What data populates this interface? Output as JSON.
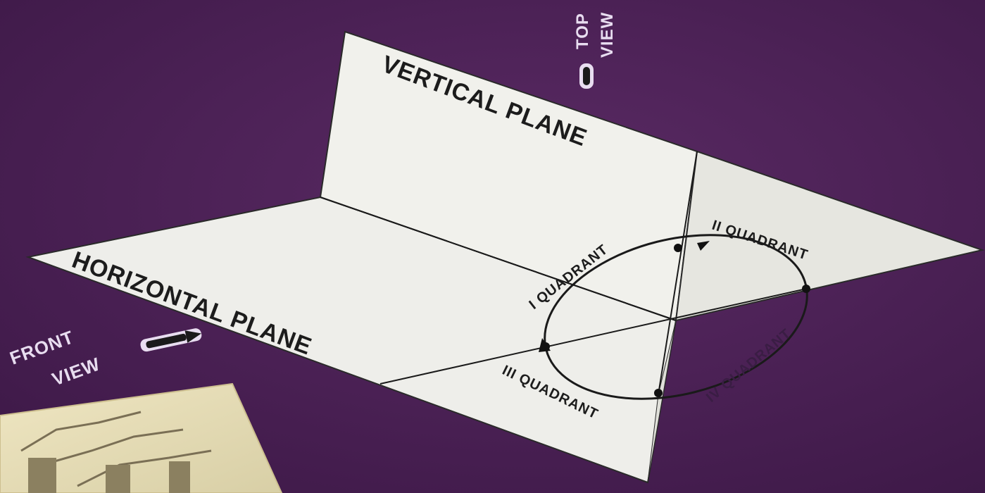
{
  "labels": {
    "vertical_plane": "VERTICAL PLANE",
    "horizontal_plane": "HORIZONTAL PLANE",
    "quadrant_i": "I QUADRANT",
    "quadrant_ii": "II QUADRANT",
    "quadrant_iii": "III QUADRANT",
    "quadrant_iv": "IV QUADRANT",
    "top_view_line1": "TOP",
    "top_view_line2": "VIEW",
    "front_view_line1": "FRONT",
    "front_view_line2": "VIEW"
  },
  "colors": {
    "background": "#4a2154",
    "plane": "#eeeeea",
    "plane_shade": "#e2e2dc",
    "line": "#1a1a1a",
    "inset_card": "#e6ddb8"
  }
}
